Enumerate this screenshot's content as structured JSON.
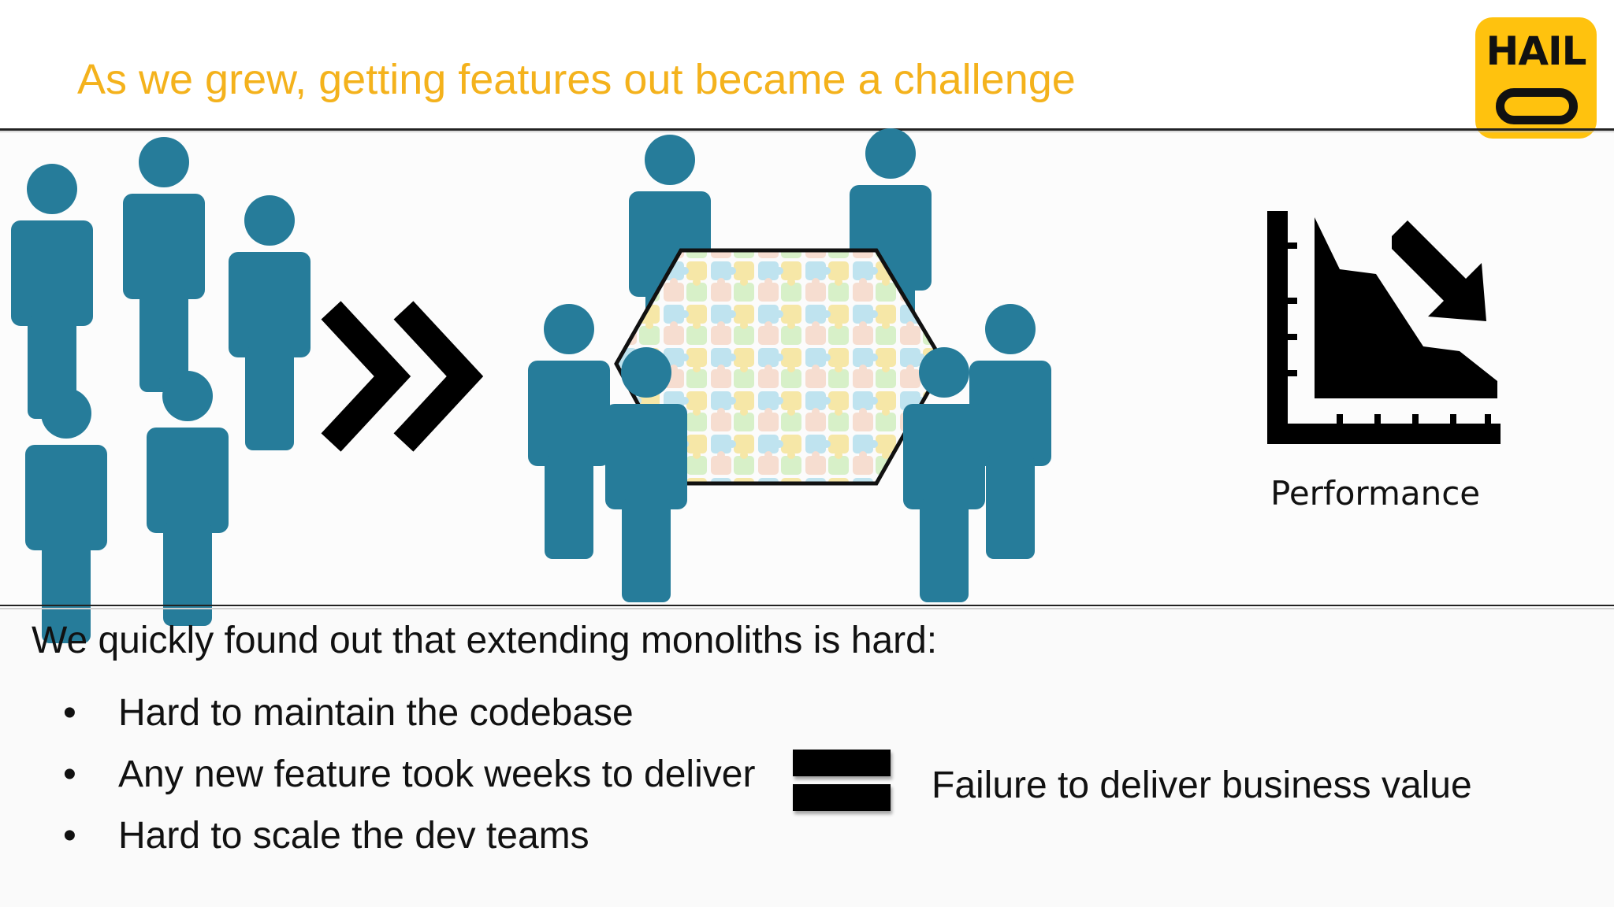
{
  "slide": {
    "title": "As we grew, getting features out became a challenge",
    "logo_text": "HAIL",
    "title_color": "#F4B21C",
    "logo_color": "#FFC20E",
    "person_color": "#267C9A"
  },
  "illustration": {
    "icons": [
      "people-group-icon",
      "double-chevron-right-icon",
      "puzzle-monolith-icon",
      "declining-chart-icon"
    ],
    "performance_label": "Performance"
  },
  "content": {
    "intro": "We quickly found out that extending monoliths is hard:",
    "bullet_symbol": "•",
    "bullets": [
      "Hard to maintain the codebase",
      "Any new feature took weeks to deliver",
      "Hard to scale the dev teams"
    ],
    "equals_icon": "equals-icon",
    "result": "Failure to deliver business value"
  }
}
